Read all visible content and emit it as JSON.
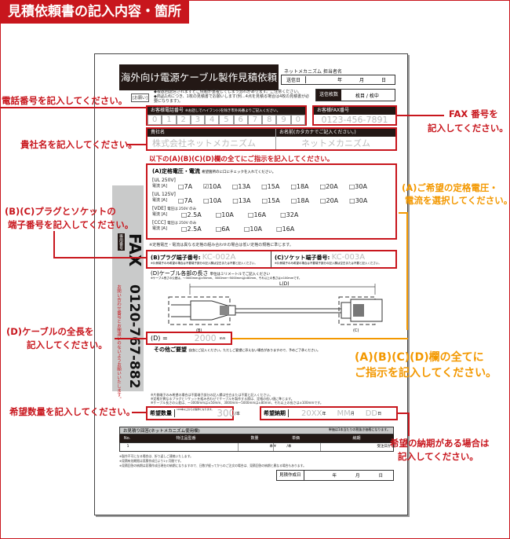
{
  "banner": "見積依頼書の記入内容・箇所",
  "colors": {
    "accent_red": "#c8161d",
    "accent_orange": "#f39800"
  },
  "form": {
    "title": "海外向け電源ケーブル製作見積依頼書",
    "staff_label": "ネットメカニズム 担当者名",
    "send_date_label": "送信日",
    "year": "年",
    "month": "月",
    "day": "日",
    "request_tag": "[お願い]",
    "notes": [
      "◆複数回送信されますとご依頼が重複してしまう恐れがあります。ご注意ください。",
      "◆商品1点につき、1枚の見積書でお願いします(例…4点を見積る場合は4枚の見積書が必要になります)。"
    ],
    "pages_label": "送信枚数",
    "pages_value": "枚目 / 枚中",
    "phone_label": "お客様電話番号",
    "phone_note": "※お話しでハイフン(-)を除き市外局番よりご記入ください。",
    "phone_digits": [
      "0",
      "1",
      "2",
      "3",
      "4",
      "5",
      "6",
      "7",
      "8",
      "9",
      "0"
    ],
    "fax_label": "お客様FAX番号",
    "fax_value": "0123-456-7891",
    "company_label": "貴社名",
    "company_value": "株式会社ネットメカニズム",
    "name_label": "お名前(カタカナでご記入ください。)",
    "name_value": "ネットメカニズム",
    "instruction": "以下の(A)(B)(C)(D)欄の全てにご指示を記入してください。",
    "a_title": "(A)定格電圧・電流",
    "a_note": "希望箇所のに口にチェックを入れてください。",
    "current_label": "電流 [A]",
    "groups": [
      {
        "name": "[UL 250V]",
        "sub": "",
        "options": [
          "□7A",
          "☑10A",
          "□13A",
          "□15A",
          "□18A",
          "□20A",
          "□30A"
        ]
      },
      {
        "name": "[UL 125V]",
        "sub": "",
        "options": [
          "□7A",
          "□10A",
          "□13A",
          "□15A",
          "□18A",
          "□20A",
          "□30A"
        ]
      },
      {
        "name": "[VDE]",
        "sub": "電圧は 250V のみ",
        "options": [
          "□2.5A",
          "□10A",
          "□16A",
          "□32A"
        ]
      },
      {
        "name": "[CCC]",
        "sub": "電圧は 250V のみ",
        "options": [
          "□2.5A",
          "□6A",
          "□10A",
          "□16A"
        ]
      }
    ],
    "a_footnote": "※定格電圧・電流は異なる定格の組み合わせの場合は低い定格の規格に準じます。",
    "b_label": "(B)プラグ端子番号:",
    "b_value": "KC-002A",
    "c_label": "(C)ソケット端子番号:",
    "c_value": "KC-003A",
    "bc_note": "※片側端子のみ希望の場合は不要端子部分の記入欄は空白または不要と記入ください。",
    "d_title": "(D)ケーブル各部の長さ",
    "d_title_note": "単位はミリメートルでご記入ください",
    "d_note": "※ケーブル長さの公差は、〜3000mmは±50mm、3000mm〜5000mmは±80mm、それ以上の長さは±100mmです。",
    "diagram_labels": {
      "length": "L(D)",
      "plug": "(B)",
      "socket": "(C)"
    },
    "d_label": "(D) =",
    "d_value": "2000",
    "d_unit": "mm",
    "other_label": "その他ご要望",
    "other_note": "自由にご記入ください。ただしご要望に添えない場合がありますので、予めご了承ください。",
    "footnotes": [
      "※片側端子のみ希望の場合は不要端子部分の記入欄は空白または不要と記入ください。",
      "※定格が異なるプラグとソケットを組み合わせてケーブルを製作する際は、定格の低い値に準じます。",
      "※ケーブル長さの公差は、〜3000mmは±50mm、3000mm〜5000mmは±80mm、それ以上の長さは±100mmです。"
    ],
    "qty_label": "希望数量",
    "qty_note": "100本以上からの製作となります。",
    "qty_value": "300",
    "qty_unit": "/本",
    "due_label": "希望納期",
    "due_year": "20XX",
    "due_month": "MM",
    "due_day": "DD",
    "reply_title": "お見積り回答(ネットメカニズム使用欄)",
    "reply_note": "単価は1本当たりの税抜き価格になります。",
    "reply_headers": [
      "No.",
      "特注品型番",
      "数量",
      "単価",
      "納期"
    ],
    "reply_row": [
      "1",
      "",
      "本",
      "¥　　　/本",
      "受注日から"
    ],
    "reply_notes": [
      "※製作不可になる場合は、折り返しご連絡いたします。",
      "※見積有効期限は見積作成日より1ヶ月間です。",
      "※見積回答の納期は見積作成日現在の納期になりますので、日数が経ってからのご注文の場合は、見積回答の納期と異なる場合もあります。"
    ],
    "created_label": "見積作成日"
  },
  "fax_strip": {
    "label": "FAX",
    "sub": "専用番号",
    "number": "0120-767-882",
    "note": "お問い合わせ番号とお間違いのないようお願いいたします。"
  },
  "annotations": {
    "phone": "電話番号を記入してください。",
    "company": "貴社名を記入してください。",
    "bc": [
      "(B)(C)プラグとソケットの",
      "端子番号を記入してください。"
    ],
    "d": [
      "(D)ケーブルの全長を",
      "記入してください。"
    ],
    "qty": "希望数量を記入してください。",
    "fax": [
      "FAX 番号を",
      "記入してください。"
    ],
    "a": [
      "(A)ご希望の定格電圧・",
      "電流を選択してください。"
    ],
    "all": [
      "(A)(B)(C)(D)欄の全てに",
      "ご指示を記入してください。"
    ],
    "due": [
      "希望の納期がある場合は",
      "記入してください。"
    ]
  }
}
